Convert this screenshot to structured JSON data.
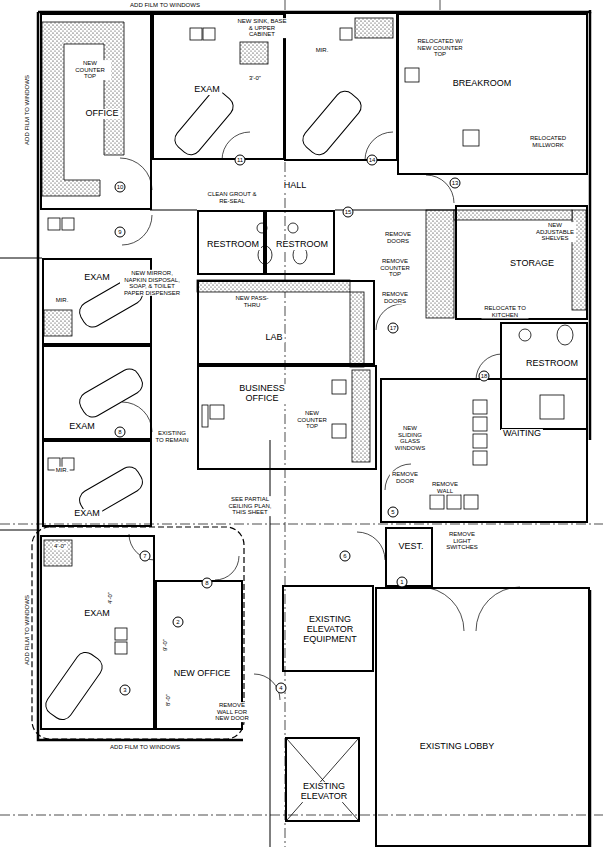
{
  "diagram": {
    "nodes": [
      {
        "text": [
          "OFFICE"
        ]
      },
      {
        "text": [
          "EXAM"
        ]
      },
      {
        "text": [
          "BREAKROOM"
        ]
      },
      {
        "text": [
          "HALL"
        ]
      },
      {
        "text": [
          "RESTROOM"
        ]
      },
      {
        "text": [
          "RESTROOM"
        ]
      },
      {
        "text": [
          "STORAGE"
        ]
      },
      {
        "text": [
          "EXAM"
        ]
      },
      {
        "text": [
          "LAB"
        ]
      },
      {
        "text": [
          "RESTROOM"
        ]
      },
      {
        "text": [
          "EXAM"
        ]
      },
      {
        "text": [
          "BUSINESS OFFICE"
        ]
      },
      {
        "text": [
          "WAITING"
        ]
      },
      {
        "text": [
          "EXAM"
        ]
      },
      {
        "text": [
          "VEST."
        ]
      },
      {
        "text": [
          "EXAM"
        ]
      },
      {
        "text": [
          "NEW OFFICE"
        ]
      },
      {
        "text": [
          "EXISTING ELEVATOR EQUIPMENT"
        ]
      },
      {
        "text": [
          "EXISTING LOBBY"
        ]
      },
      {
        "text": [
          "EXISTING ELEVATOR"
        ]
      }
    ],
    "edges": [],
    "labels": [
      "ADD FILM TO WINDOWS",
      "ADD FILM TO WINDOWS",
      "ADD FILM TO WINDOWS",
      "ADD FILM TO WINDOWS",
      "NEW SINK, BASE & UPPER CABINET",
      "NEW COUNTER TOP",
      "RELOCATED W/ NEW COUNTER TOP",
      "RELOCATED MILLWORK",
      "NEW ADJUSTABLE SHELVES",
      "CLEAN GROUT & RE-SEAL",
      "NEW MIRROR, NAPKIN DISPOSAL, SOAP, & TOILET PAPER DISPENSER",
      "NEW PASS-THRU",
      "REMOVE DOORS",
      "REMOVE COUNTER TOP",
      "REMOVE DOORS",
      "RELOCATE TO KITCHEN",
      "NEW SLIDING GLASS WINDOWS",
      "NEW COUNTER TOP",
      "EXISTING TO REMAIN",
      "REMOVE DOOR",
      "REMOVE WALL",
      "REMOVE LIGHT SWITCHES",
      "SEE PARTIAL CEILING PLAN, THIS SHEET",
      "REMOVE WALL FOR NEW DOOR",
      "MIR.",
      "MIR.",
      "MIR.",
      "10",
      "11",
      "14",
      "13",
      "9",
      "15",
      "17",
      "18",
      "8",
      "5",
      "6",
      "7",
      "8",
      "4",
      "1",
      "3",
      "2",
      "3'-0\"",
      "4'-0\"",
      "9'-0\"",
      "8'-0\"",
      "4'-0\""
    ]
  }
}
